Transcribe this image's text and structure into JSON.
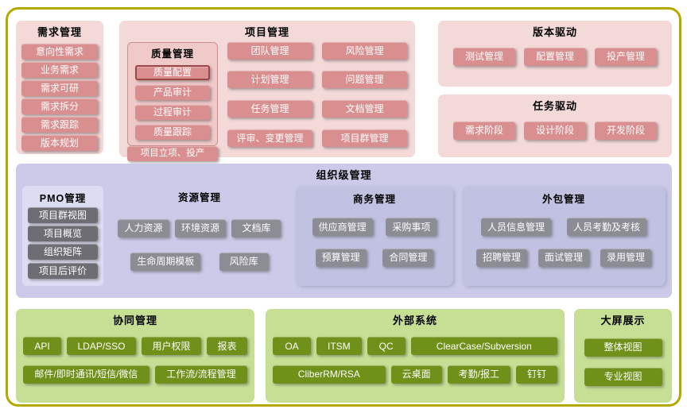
{
  "colors": {
    "frame_border": "#b5a900",
    "pink_panel": "#f4d9d9",
    "rose_button": "#d98f90",
    "quality_panel_bg": "#f0c9c9",
    "quality_panel_border": "#cc8f8f",
    "purple_panel": "#cbcbe9",
    "purple_subpanel": "#c1c1e1",
    "pmo_panel": "#dcdcf2",
    "gray_button": "#8c8c94",
    "dark_gray_button": "#6d6d73",
    "green_panel": "#c7df94",
    "green_button": "#6f9019"
  },
  "requirements": {
    "title": "需求管理",
    "items": [
      "意向性需求",
      "业务需求",
      "需求可研",
      "需求拆分",
      "需求跟踪",
      "版本规划"
    ]
  },
  "project": {
    "title": "项目管理",
    "quality": {
      "title": "质量管理",
      "items": [
        "质量配置",
        "产品审计",
        "过程审计",
        "质量跟踪"
      ]
    },
    "footer": "项目立项、投产",
    "col1": [
      "团队管理",
      "计划管理",
      "任务管理",
      "评审、变更管理"
    ],
    "col2": [
      "风险管理",
      "问题管理",
      "文档管理",
      "项目群管理"
    ]
  },
  "version_driven": {
    "title": "版本驱动",
    "items": [
      "测试管理",
      "配置管理",
      "投产管理"
    ]
  },
  "task_driven": {
    "title": "任务驱动",
    "items": [
      "需求阶段",
      "设计阶段",
      "开发阶段"
    ]
  },
  "org": {
    "title": "组织级管理",
    "pmo": {
      "title": "PMO管理",
      "items": [
        "项目群视图",
        "项目概览",
        "组织矩阵",
        "项目后评价"
      ]
    },
    "resource": {
      "title": "资源管理",
      "row1": [
        "人力资源",
        "环境资源",
        "文档库"
      ],
      "row2": [
        "生命周期模板",
        "风险库"
      ]
    },
    "business": {
      "title": "商务管理",
      "row1": [
        "供应商管理",
        "采购事项"
      ],
      "row2": [
        "预算管理",
        "合同管理"
      ]
    },
    "outsourcing": {
      "title": "外包管理",
      "row1": [
        "人员信息管理",
        "人员考勤及考核"
      ],
      "row2": [
        "招聘管理",
        "面试管理",
        "录用管理"
      ]
    }
  },
  "collaboration": {
    "title": "协同管理",
    "row1": [
      "API",
      "LDAP/SSO",
      "用户权限",
      "报表"
    ],
    "row2": [
      "邮件/即时通讯/短信/微信",
      "工作流/流程管理"
    ]
  },
  "external_systems": {
    "title": "外部系统",
    "row1": [
      "OA",
      "ITSM",
      "QC",
      "ClearCase/Subversion"
    ],
    "row2": [
      "CliberRM/RSA",
      "云桌面",
      "考勤/报工",
      "钉钉"
    ]
  },
  "big_screen": {
    "title": "大屏展示",
    "items": [
      "整体视图",
      "专业视图"
    ]
  }
}
